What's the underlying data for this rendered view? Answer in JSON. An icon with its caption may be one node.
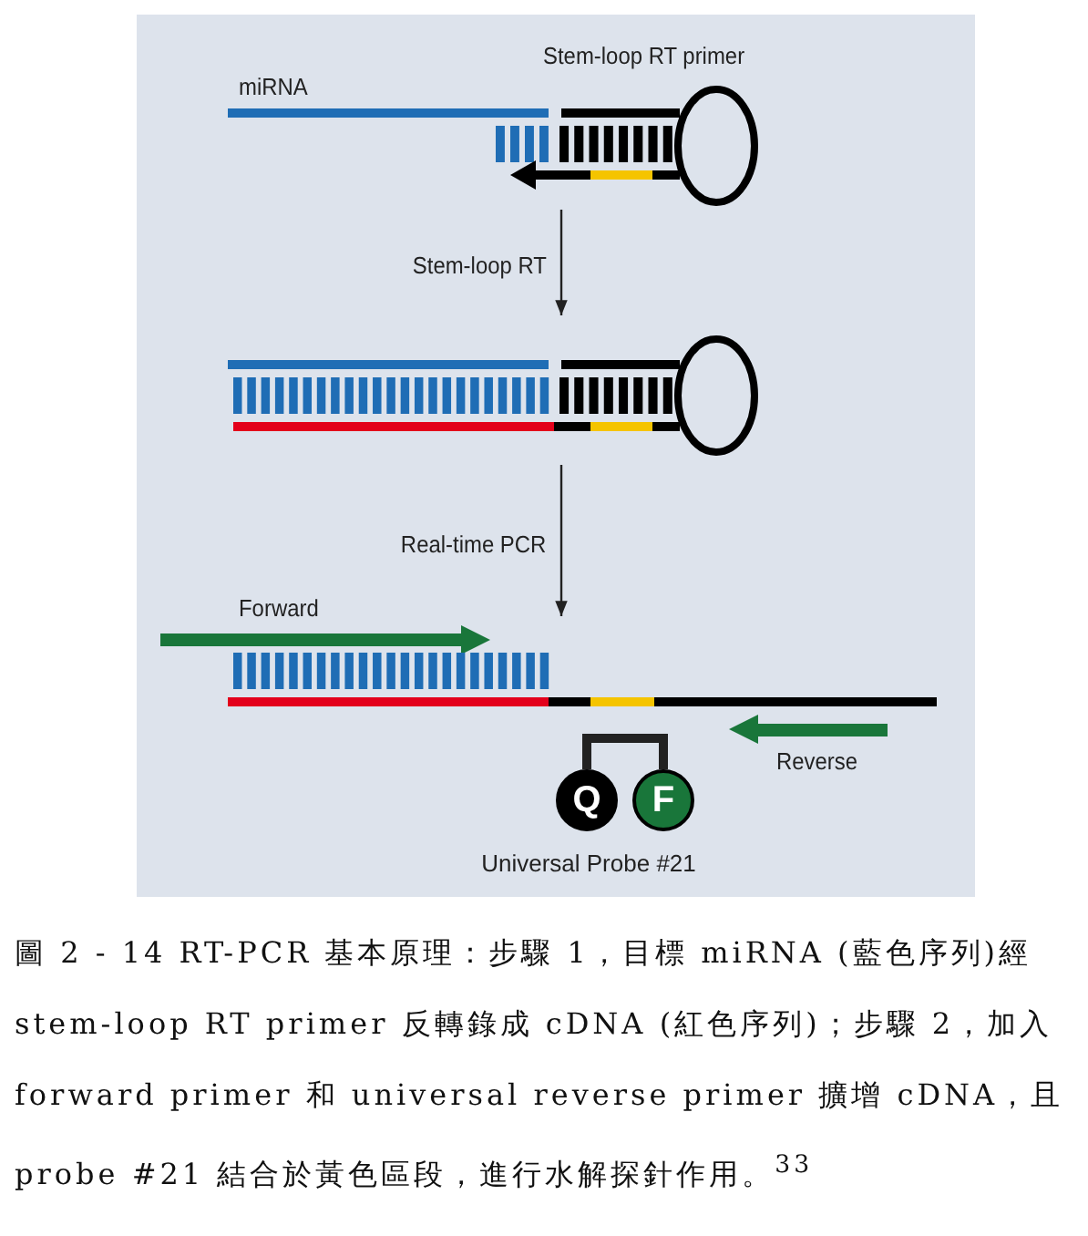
{
  "diagram": {
    "caption": "圖 2 - 14 RT-PCR 基本原理：步驟 1，目標 miRNA (藍色序列)經 stem-loop RT primer 反轉錄成 cDNA (紅色序列)；步驟 2，加入 forward primer 和 universal reverse primer 擴增 cDNA，且 probe #21 結合於黃色區段，進行水解探針作用。$^{33}$",
    "nodes": [
      {
        "text": [],
        "shape": "picture"
      },
      {
        "text": [],
        "shape": "picture"
      },
      {
        "text": [],
        "shape": "picture"
      },
      {
        "text": [
          "Q"
        ]
      },
      {
        "text": [
          "F"
        ]
      }
    ],
    "edges": [
      {
        "from": 0,
        "to": 1,
        "arrow": "to",
        "label": "Stem-loop RT"
      },
      {
        "from": 1,
        "to": 2,
        "arrow": "to",
        "label": "Real-time PCR"
      },
      {
        "from": 3,
        "to": 4,
        "arrow": "none",
        "style": "thick"
      }
    ],
    "labels": [
      "miRNA",
      "Stem-loop RT primer",
      "Forward",
      "Reverse",
      "Universal Probe #21"
    ]
  }
}
